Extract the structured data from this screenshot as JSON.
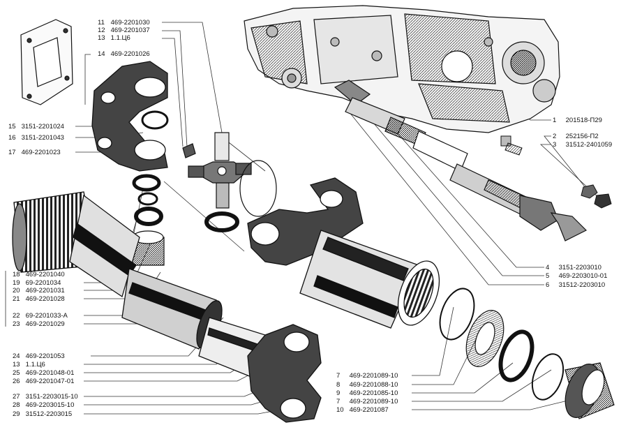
{
  "callouts": [
    {
      "num": "11",
      "part": "469-2201030"
    },
    {
      "num": "12",
      "part": "469-2201037"
    },
    {
      "num": "13",
      "part": "1.1.Ц6"
    },
    {
      "num": "14",
      "part": "469-2201026"
    },
    {
      "num": "15",
      "part": "3151-2201024"
    },
    {
      "num": "16",
      "part": "3151-2201043"
    },
    {
      "num": "17",
      "part": "469-2201023"
    },
    {
      "num": "18",
      "part": "469-2201040"
    },
    {
      "num": "19",
      "part": "69-2201034"
    },
    {
      "num": "20",
      "part": "469-2201031"
    },
    {
      "num": "21",
      "part": "469-2201028"
    },
    {
      "num": "22",
      "part": "69-2201033-А"
    },
    {
      "num": "23",
      "part": "469-2201029"
    },
    {
      "num": "24",
      "part": "469-2201053"
    },
    {
      "num": "13",
      "part": "1.1.Ц6"
    },
    {
      "num": "25",
      "part": "469-2201048-01"
    },
    {
      "num": "26",
      "part": "469-2201047-01"
    },
    {
      "num": "27",
      "part": "3151-2203015-10"
    },
    {
      "num": "28",
      "part": "469-2203015-10"
    },
    {
      "num": "29",
      "part": "31512-2203015"
    },
    {
      "num": "1",
      "part": "201518-П29"
    },
    {
      "num": "2",
      "part": "252156-П2"
    },
    {
      "num": "3",
      "part": "31512-2401059"
    },
    {
      "num": "4",
      "part": "3151-2203010"
    },
    {
      "num": "5",
      "part": "469-2203010-01"
    },
    {
      "num": "6",
      "part": "31512-2203010"
    },
    {
      "num": "7",
      "part": "469-2201089-10"
    },
    {
      "num": "8",
      "part": "469-2201088-10"
    },
    {
      "num": "9",
      "part": "469-2201085-10"
    },
    {
      "num": "7",
      "part": "469-2201089-10"
    },
    {
      "num": "10",
      "part": "469-2201087"
    }
  ]
}
